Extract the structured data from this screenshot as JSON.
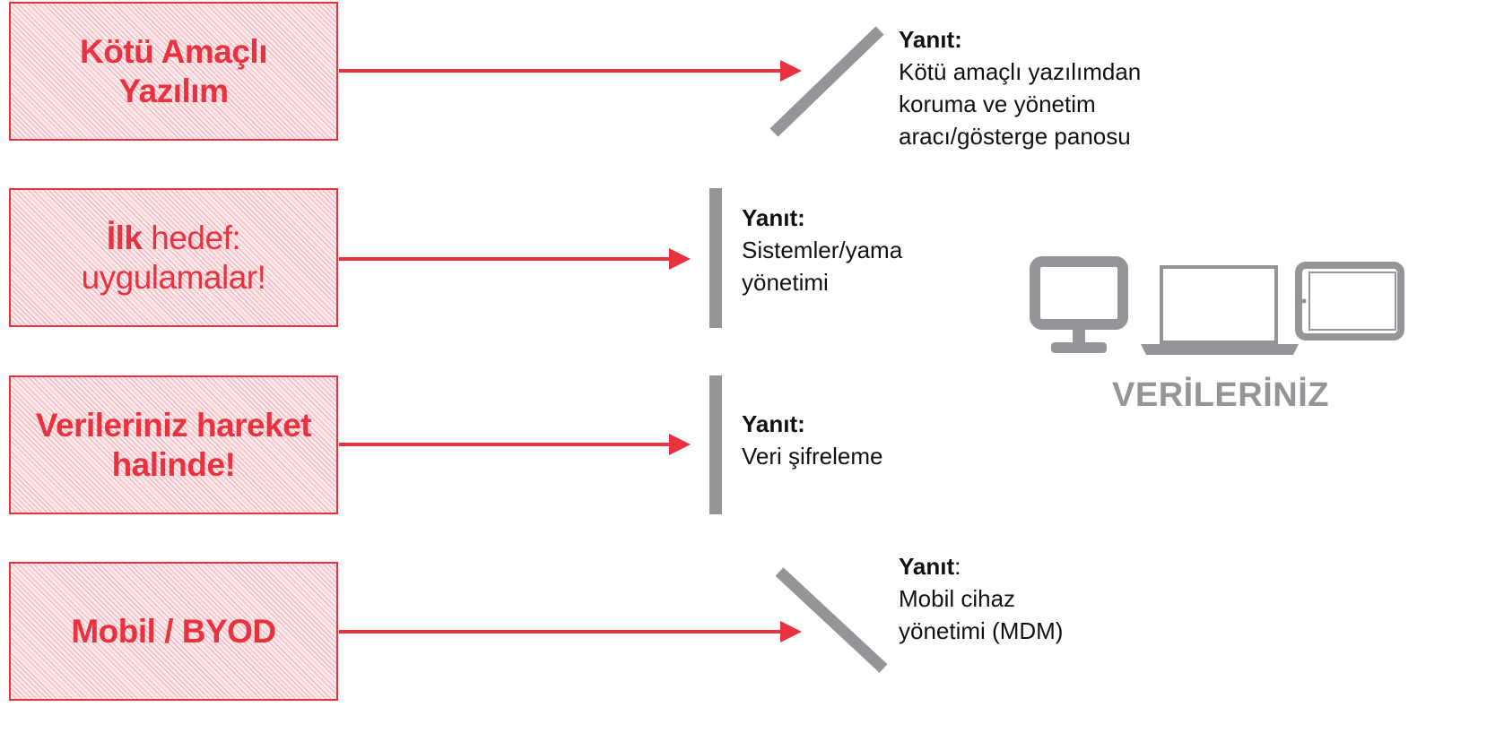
{
  "threats": [
    {
      "label_bold": "Kötü Amaçlı\nYazılım",
      "label_rest": ""
    },
    {
      "label_bold": "İlk",
      "label_rest": " hedef:\nuygulamalar!"
    },
    {
      "label_bold": "Verileriniz hareket\nhalinde!",
      "label_rest": ""
    },
    {
      "label_bold": "Mobil / BYOD",
      "label_rest": ""
    }
  ],
  "responses": [
    {
      "title": "Yanıt:",
      "body": "Kötü amaçlı yazılımdan\nkoruma ve yönetim\naracı/gösterge panosu"
    },
    {
      "title": "Yanıt:",
      "body": "Sistemler/yama\nyönetimi"
    },
    {
      "title": "Yanıt:",
      "body": "Veri şifreleme"
    },
    {
      "title": "Yanıt",
      "title_suffix": ":",
      "body": "Mobil cihaz\nyönetimi (MDM)"
    }
  ],
  "data_label": "VERİLERİNİZ",
  "devices": [
    "desktop-monitor-icon",
    "laptop-icon",
    "tablet-icon"
  ],
  "colors": {
    "threat": "#e8323f",
    "barrier": "#939598",
    "text": "#111111"
  }
}
